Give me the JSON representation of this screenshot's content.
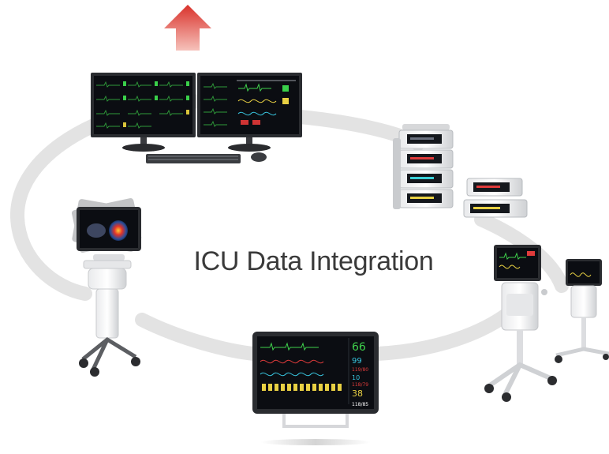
{
  "diagram": {
    "title": "ICU Data Integration",
    "colors": {
      "ring": "#e3e3e3",
      "arrow_top": "#d9322b",
      "arrow_bottom": "#f4b5ad",
      "screen": "#0b0d12",
      "bezel": "#2a2c30"
    },
    "devices": [
      {
        "icon": "central-station-workstation-icon"
      },
      {
        "icon": "infusion-pump-stack-icon"
      },
      {
        "icon": "ventilator-icon"
      },
      {
        "icon": "patient-monitor-icon"
      },
      {
        "icon": "ultrasound-cart-icon"
      }
    ],
    "upload_arrow": {
      "icon": "upload-arrow-icon"
    },
    "patient_monitor": {
      "hr": "66",
      "spo2": "99",
      "nibp": "119/80",
      "resp": "10",
      "abp": "118/79",
      "temp": "38",
      "footer": "118/85"
    }
  }
}
